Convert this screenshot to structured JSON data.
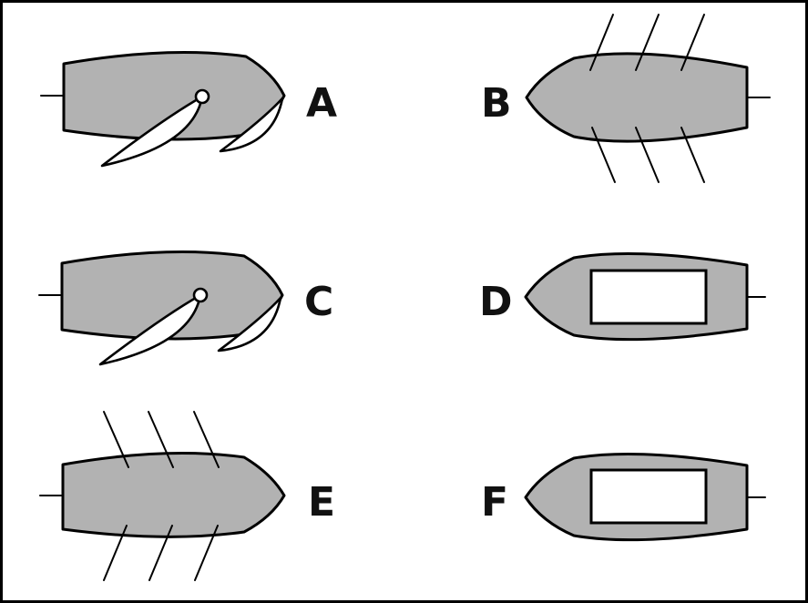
{
  "colors": {
    "hull": "#b2b2b2",
    "outline": "#000000",
    "background": "#ffffff"
  },
  "boats": [
    {
      "id": "A",
      "label": "A",
      "type": "sailboat",
      "bow": "right"
    },
    {
      "id": "B",
      "label": "B",
      "type": "rowboat",
      "bow": "left"
    },
    {
      "id": "C",
      "label": "C",
      "type": "sailboat",
      "bow": "right"
    },
    {
      "id": "D",
      "label": "D",
      "type": "motorboat",
      "bow": "left"
    },
    {
      "id": "E",
      "label": "E",
      "type": "rowboat",
      "bow": "right"
    },
    {
      "id": "F",
      "label": "F",
      "type": "motorboat",
      "bow": "left"
    }
  ]
}
